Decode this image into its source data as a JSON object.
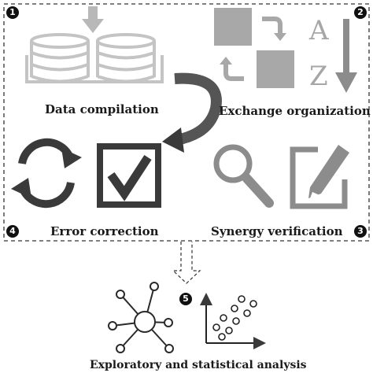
{
  "colors": {
    "dark": "#3a3a3a",
    "mid": "#8c8c8c",
    "light": "#b8b8b8",
    "lighter": "#cfcfcf",
    "badge": "#111111"
  },
  "steps": [
    {
      "number": "1",
      "label": "Data compilation"
    },
    {
      "number": "2",
      "label": "Exchange organization"
    },
    {
      "number": "3",
      "label": "Synergy verification"
    },
    {
      "number": "4",
      "label": "Error correction"
    },
    {
      "number": "5",
      "label": "Exploratory and statistical analysis"
    }
  ],
  "sort_letters": {
    "top": "A",
    "bottom": "Z"
  },
  "icons": [
    "database-icon",
    "down-arrow-icon",
    "swap-squares-icon",
    "sort-az-icon",
    "curved-arrow-icon",
    "refresh-icon",
    "checkbox-icon",
    "magnifier-icon",
    "edit-icon",
    "network-icon",
    "scatter-plot-icon"
  ]
}
